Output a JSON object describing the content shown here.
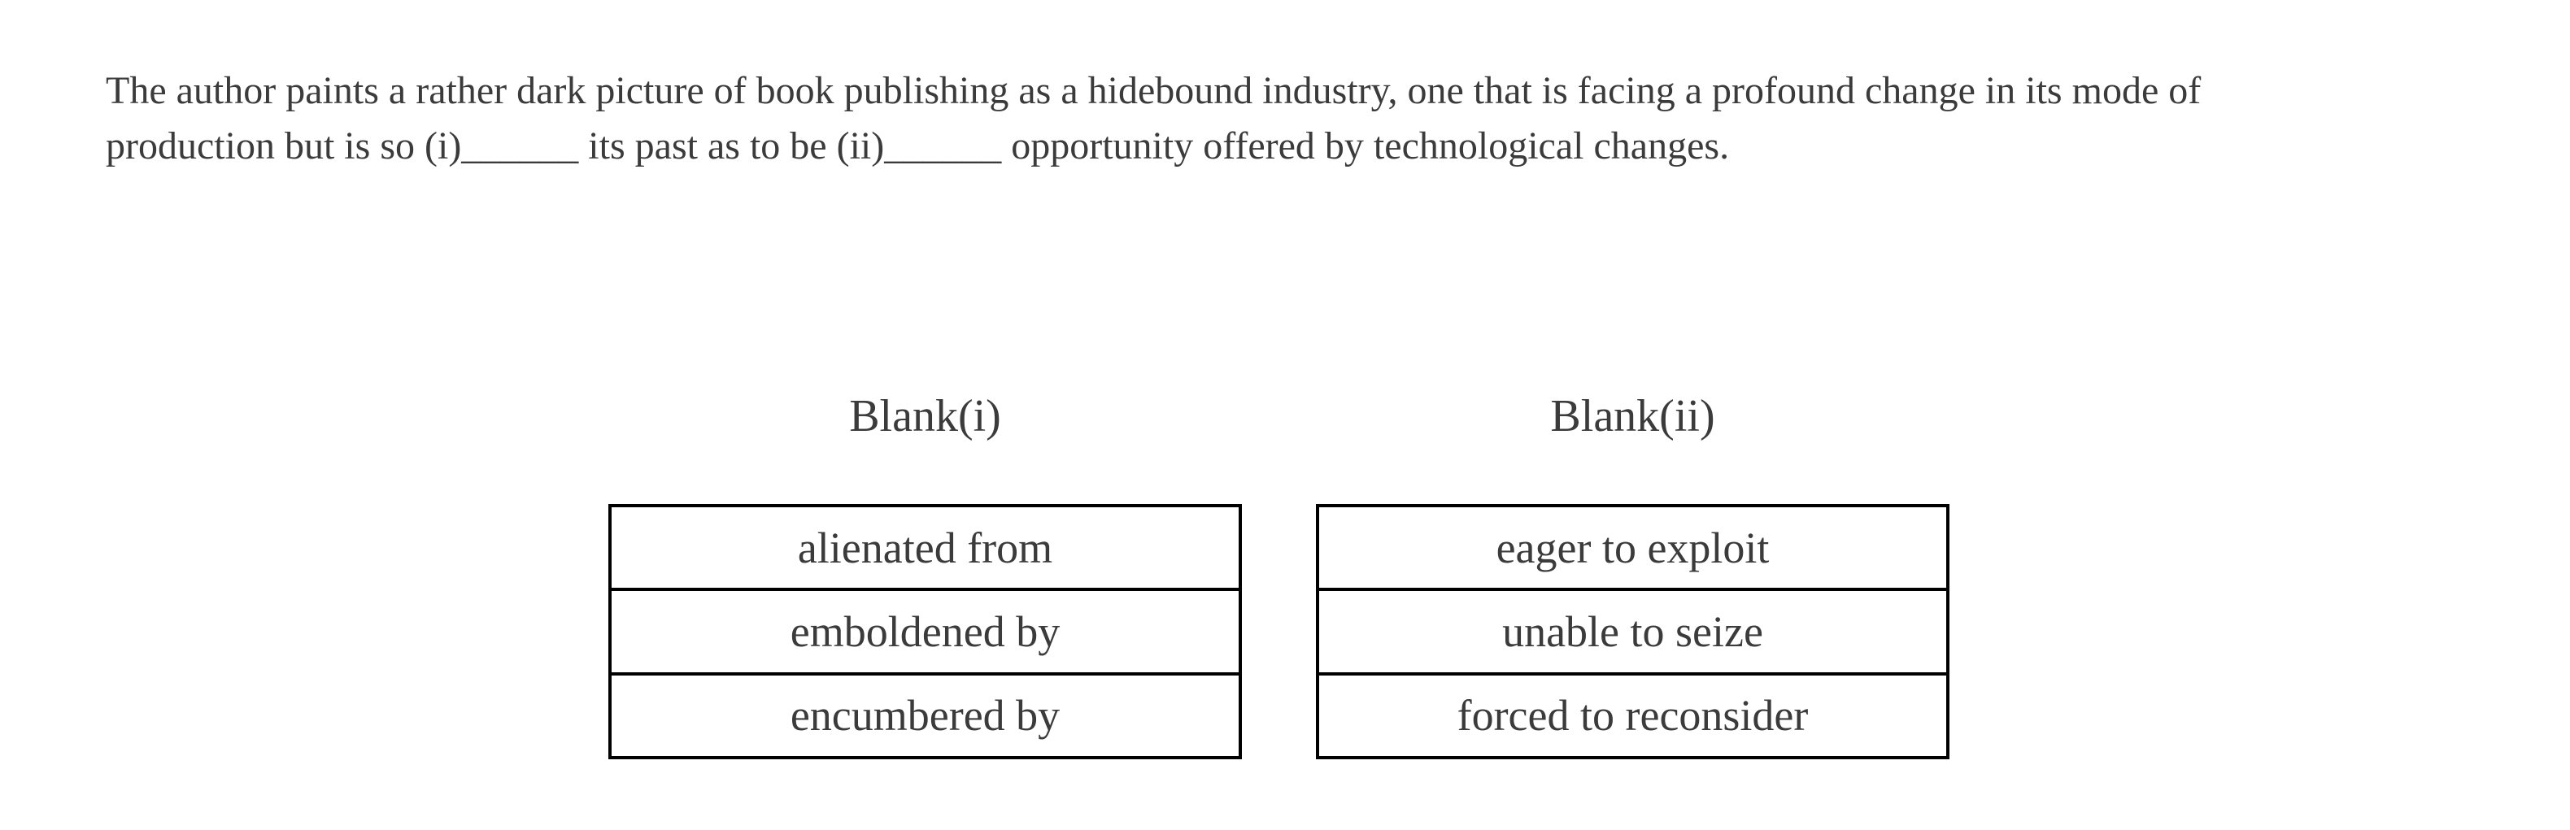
{
  "passage": {
    "lines": [
      "The author paints a rather dark picture of book publishing as a hidebound industry, one that is facing a profound change in its mode of",
      "production but is so (i)______ its past as to be (ii)______ opportunity offered by technological changes."
    ]
  },
  "blanks": [
    {
      "label": "Blank(i)",
      "options": [
        "alienated from",
        "emboldened by",
        "encumbered by"
      ]
    },
    {
      "label": "Blank(ii)",
      "options": [
        "eager to exploit",
        "unable to seize",
        "forced to reconsider"
      ]
    }
  ],
  "colors": {
    "text": "#3b3b3b",
    "table_border": "#000000",
    "background": "#ffffff"
  }
}
